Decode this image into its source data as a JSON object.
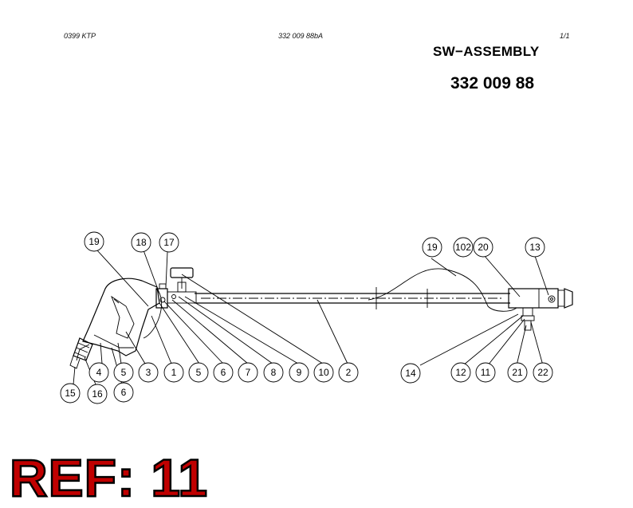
{
  "header": {
    "left_code": "0399 KTP",
    "mid_code": "332 009 88bA",
    "page": "1/1"
  },
  "title": "SW−ASSEMBLY",
  "part_number": "332 009 88",
  "ref_label": "REF: 11",
  "callouts": {
    "c19a": "19",
    "c18": "18",
    "c17": "17",
    "c19b": "19",
    "c102": "102",
    "c20": "20",
    "c13": "13",
    "c4": "4",
    "c5a": "5",
    "c3": "3",
    "c1": "1",
    "c5b": "5",
    "c6a": "6",
    "c7": "7",
    "c8": "8",
    "c9": "9",
    "c10": "10",
    "c2": "2",
    "c15": "15",
    "c16": "16",
    "c6b": "6",
    "c14": "14",
    "c12": "12",
    "c11": "11",
    "c21": "21",
    "c22": "22"
  },
  "colors": {
    "ref_fill": "#c00000",
    "line": "#000000"
  }
}
